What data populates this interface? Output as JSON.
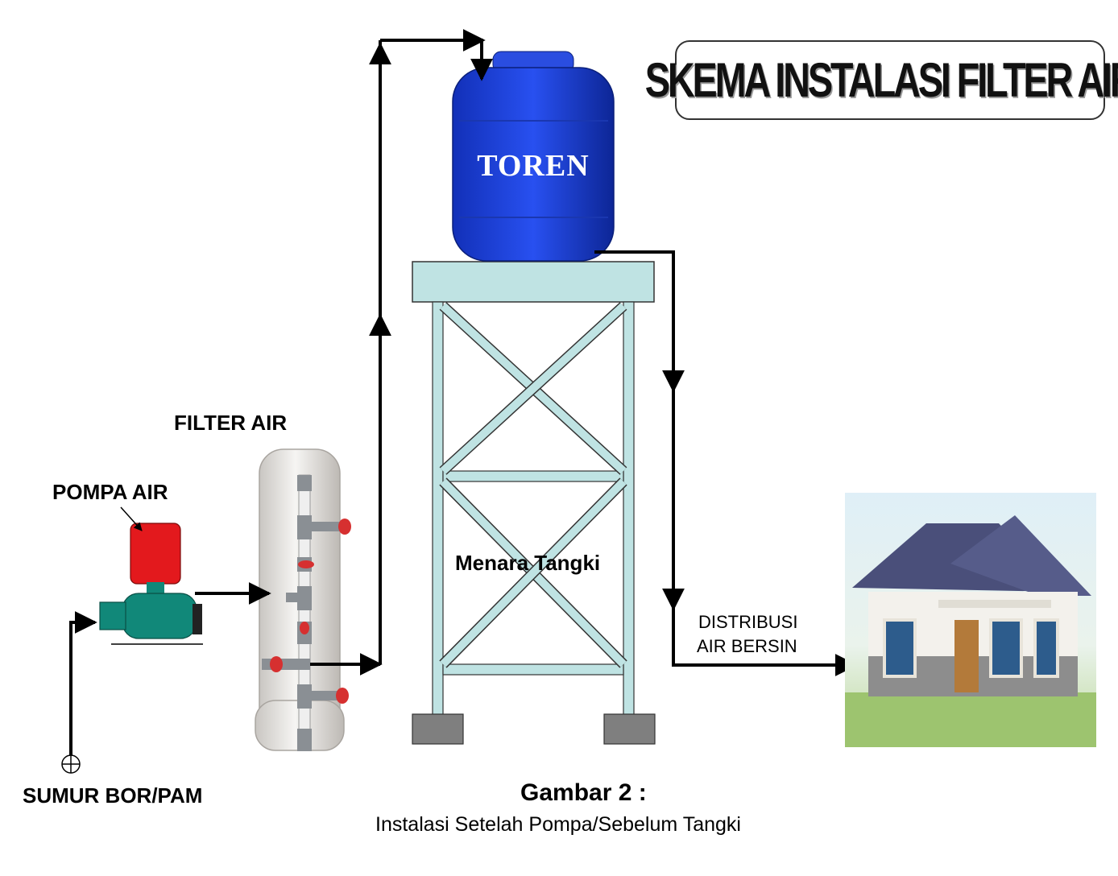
{
  "title": "SKEMA INSTALASI FILTER AIR",
  "labels": {
    "filter": "FILTER AIR",
    "pump": "POMPA AIR",
    "source": "SUMUR BOR/PAM",
    "tank": "TOREN",
    "tower": "Menara Tangki",
    "distribution_line1": "DISTRIBUSI",
    "distribution_line2": "AIR BERSIN"
  },
  "caption": {
    "figure": "Gambar 2 :",
    "text": "Instalasi Setelah Pompa/Sebelum Tangki"
  },
  "colors": {
    "tank": "#1a3fd6",
    "tower": "#bfe3e3",
    "pump_motor": "#e3191d",
    "pump_body": "#118879",
    "filter": "#e8e6e3",
    "pipe": "#000000",
    "valve": "#d63030",
    "footing": "#7f7f7f"
  },
  "icons": {
    "source": "well-symbol-icon",
    "house": "house-icon"
  }
}
